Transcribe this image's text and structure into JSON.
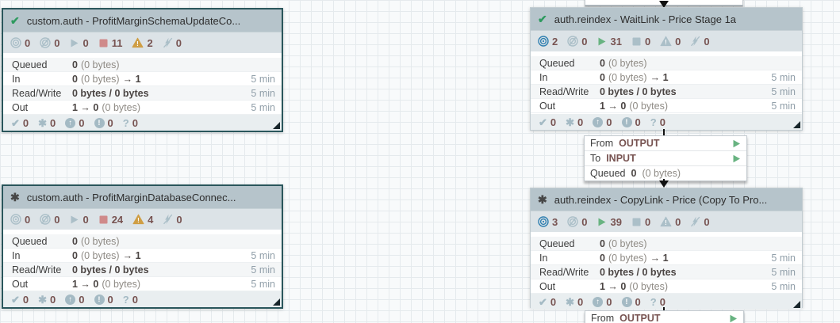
{
  "colors": {
    "selected_border": "#2a565c",
    "header_bg": "#b6c4cb",
    "stats_bg": "#dce3e7",
    "count_text": "#775351",
    "transmitting_blue": "#2f7fb0",
    "running_green": "#68b381",
    "stopped_red": "#cf8a8a",
    "invalid_amber": "#cf9e44",
    "inactive_gray": "#abbfc8",
    "footer_icon_gray": "#a4bac4",
    "grid_line": "#e5eaed"
  },
  "processors": [
    {
      "state": "check",
      "title": "custom.auth - ProfitMarginSchemaUpdateCo...",
      "stats": [
        {
          "name": "transmitting",
          "value": "0"
        },
        {
          "name": "not-transmitting",
          "value": "0"
        },
        {
          "name": "running",
          "value": "0"
        },
        {
          "name": "stopped",
          "value": "11"
        },
        {
          "name": "invalid",
          "value": "2"
        },
        {
          "name": "disabled",
          "value": "0"
        }
      ],
      "rows": [
        {
          "label": "Queued",
          "bold1": "0",
          "dim": "(0 bytes)",
          "bold2": "",
          "time": ""
        },
        {
          "label": "In",
          "bold1": "0",
          "dim": "(0 bytes)",
          "bold2": "→ 1",
          "time": "5 min"
        },
        {
          "label": "Read/Write",
          "bold1": "0 bytes / 0 bytes",
          "dim": "",
          "bold2": "",
          "time": "5 min"
        },
        {
          "label": "Out",
          "bold1": "1 → 0",
          "dim": "(0 bytes)",
          "bold2": "",
          "time": "5 min"
        }
      ],
      "footer": [
        {
          "name": "up-to-date",
          "value": "0"
        },
        {
          "name": "locally-modified",
          "value": "0"
        },
        {
          "name": "stale",
          "value": "0"
        },
        {
          "name": "locally-modified-stale",
          "value": "0"
        },
        {
          "name": "sync-failure",
          "value": "0"
        }
      ]
    },
    {
      "state": "check",
      "title": "auth.reindex - WaitLink - Price Stage 1a",
      "stats": [
        {
          "name": "transmitting",
          "value": "2"
        },
        {
          "name": "not-transmitting",
          "value": "0"
        },
        {
          "name": "running",
          "value": "31"
        },
        {
          "name": "stopped",
          "value": "0"
        },
        {
          "name": "invalid",
          "value": "0"
        },
        {
          "name": "disabled",
          "value": "0"
        }
      ],
      "rows": [
        {
          "label": "Queued",
          "bold1": "0",
          "dim": "(0 bytes)",
          "bold2": "",
          "time": ""
        },
        {
          "label": "In",
          "bold1": "0",
          "dim": "(0 bytes)",
          "bold2": "→ 1",
          "time": "5 min"
        },
        {
          "label": "Read/Write",
          "bold1": "0 bytes / 0 bytes",
          "dim": "",
          "bold2": "",
          "time": "5 min"
        },
        {
          "label": "Out",
          "bold1": "1 → 0",
          "dim": "(0 bytes)",
          "bold2": "",
          "time": "5 min"
        }
      ],
      "footer": [
        {
          "name": "up-to-date",
          "value": "0"
        },
        {
          "name": "locally-modified",
          "value": "0"
        },
        {
          "name": "stale",
          "value": "0"
        },
        {
          "name": "locally-modified-stale",
          "value": "0"
        },
        {
          "name": "sync-failure",
          "value": "0"
        }
      ]
    },
    {
      "state": "asterisk",
      "title": "custom.auth - ProfitMarginDatabaseConnec...",
      "stats": [
        {
          "name": "transmitting",
          "value": "0"
        },
        {
          "name": "not-transmitting",
          "value": "0"
        },
        {
          "name": "running",
          "value": "0"
        },
        {
          "name": "stopped",
          "value": "24"
        },
        {
          "name": "invalid",
          "value": "4"
        },
        {
          "name": "disabled",
          "value": "0"
        }
      ],
      "rows": [
        {
          "label": "Queued",
          "bold1": "0",
          "dim": "(0 bytes)",
          "bold2": "",
          "time": ""
        },
        {
          "label": "In",
          "bold1": "0",
          "dim": "(0 bytes)",
          "bold2": "→ 1",
          "time": "5 min"
        },
        {
          "label": "Read/Write",
          "bold1": "0 bytes / 0 bytes",
          "dim": "",
          "bold2": "",
          "time": "5 min"
        },
        {
          "label": "Out",
          "bold1": "1 → 0",
          "dim": "(0 bytes)",
          "bold2": "",
          "time": "5 min"
        }
      ],
      "footer": [
        {
          "name": "up-to-date",
          "value": "0"
        },
        {
          "name": "locally-modified",
          "value": "0"
        },
        {
          "name": "stale",
          "value": "0"
        },
        {
          "name": "locally-modified-stale",
          "value": "0"
        },
        {
          "name": "sync-failure",
          "value": "0"
        }
      ]
    },
    {
      "state": "asterisk",
      "title": "auth.reindex - CopyLink - Price (Copy To Pro...",
      "stats": [
        {
          "name": "transmitting",
          "value": "3"
        },
        {
          "name": "not-transmitting",
          "value": "0"
        },
        {
          "name": "running",
          "value": "39"
        },
        {
          "name": "stopped",
          "value": "0"
        },
        {
          "name": "invalid",
          "value": "0"
        },
        {
          "name": "disabled",
          "value": "0"
        }
      ],
      "rows": [
        {
          "label": "Queued",
          "bold1": "0",
          "dim": "(0 bytes)",
          "bold2": "",
          "time": ""
        },
        {
          "label": "In",
          "bold1": "0",
          "dim": "(0 bytes)",
          "bold2": "→ 1",
          "time": "5 min"
        },
        {
          "label": "Read/Write",
          "bold1": "0 bytes / 0 bytes",
          "dim": "",
          "bold2": "",
          "time": "5 min"
        },
        {
          "label": "Out",
          "bold1": "1 → 0",
          "dim": "(0 bytes)",
          "bold2": "",
          "time": "5 min"
        }
      ],
      "footer": [
        {
          "name": "up-to-date",
          "value": "0"
        },
        {
          "name": "locally-modified",
          "value": "0"
        },
        {
          "name": "stale",
          "value": "0"
        },
        {
          "name": "locally-modified-stale",
          "value": "0"
        },
        {
          "name": "sync-failure",
          "value": "0"
        }
      ]
    }
  ],
  "connections": {
    "mid": {
      "from_label": "From",
      "from_port": "OUTPUT",
      "to_label": "To",
      "to_port": "INPUT",
      "queued_label": "Queued",
      "queued_count": "0",
      "queued_size": "(0 bytes)"
    },
    "bottom": {
      "from_label": "From",
      "from_port": "OUTPUT"
    }
  }
}
